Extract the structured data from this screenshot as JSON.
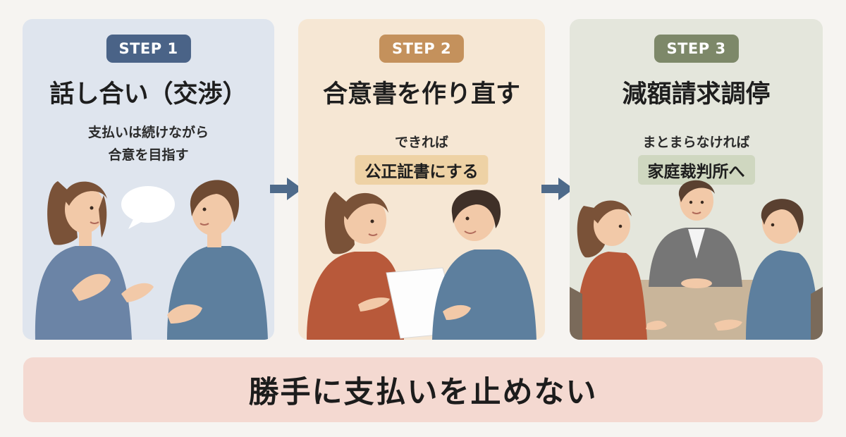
{
  "steps": [
    {
      "badge": "STEP 1",
      "title": "話し合い（交渉）",
      "sub_lines": [
        "支払いは続けながら",
        "合意を目指す"
      ],
      "accent": "#4a6387"
    },
    {
      "badge": "STEP 2",
      "title": "合意書を作り直す",
      "sub_lines": [
        "できれば"
      ],
      "highlight": "公正証書にする",
      "accent": "#c4915c"
    },
    {
      "badge": "STEP 3",
      "title": "減額請求調停",
      "sub_lines": [
        "まとまらなければ"
      ],
      "highlight": "家庭裁判所へ",
      "accent": "#7d8869"
    }
  ],
  "banner": {
    "text": "勝手に支払いを止めない"
  },
  "colors": {
    "arrow": "#4e6a8a",
    "banner_bg": "#f4d9d1"
  },
  "icons": [
    "right-arrow-icon",
    "speech-bubble-icon",
    "document-icon"
  ]
}
